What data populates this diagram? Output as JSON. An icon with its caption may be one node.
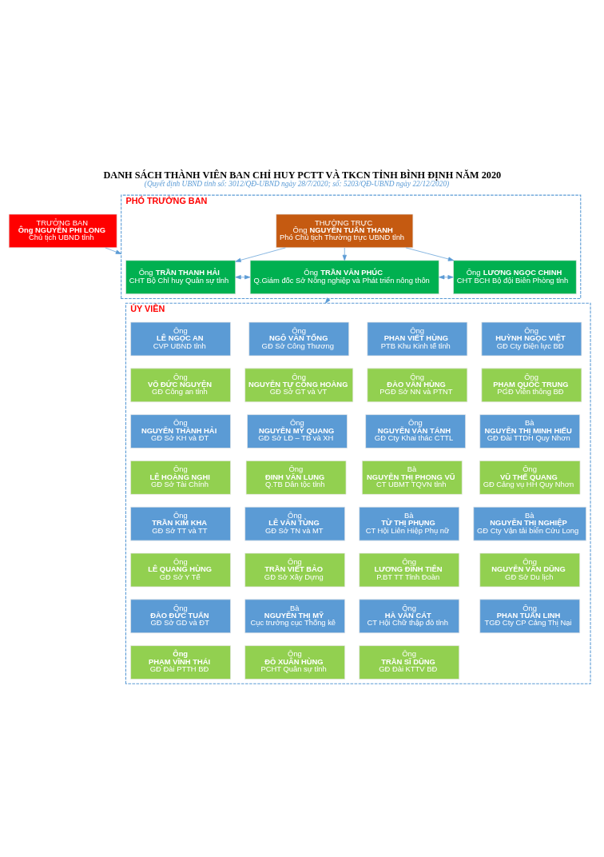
{
  "diagram": {
    "title": "DANH SÁCH THÀNH VIÊN BAN CHỈ HUY PCTT VÀ TKCN TỈNH BÌNH ĐỊNH NĂM 2020",
    "caption": "(Quyết định UBND tỉnh số: 3012/QĐ-UBND ngày 28/7/2020; số: 5203/QĐ-UBND ngày 22/12/2020)",
    "nodes": [
      {
        "text": [
          "TRƯỞNG BAN",
          "Ông NGUYỄN PHI LONG",
          "Chủ tịch UBND tỉnh"
        ]
      },
      {
        "text": [
          "PHÓ TRƯỞNG BAN"
        ]
      },
      {
        "text": [
          "THƯỜNG TRỰC",
          "Ông **NGUYỄN TUẤN THANH**",
          "Phó Chủ tịch Thường trực UBND tỉnh"
        ],
        "in": 1
      },
      {
        "text": [
          "Ông **TRẦN THANH HẢI**",
          "CHT Bộ Chỉ huy Quân sự tỉnh"
        ],
        "in": 1
      },
      {
        "text": [
          "Ông **TRẦN VĂN PHÚC**",
          "Q.Giám đốc Sở Nông nghiệp và Phát triển nông thôn"
        ],
        "in": 1
      },
      {
        "text": [
          "Ông **LƯƠNG NGỌC CHINH**",
          "CHT BCH Bộ đội Biên Phòng tỉnh"
        ],
        "in": 1
      },
      {
        "text": [
          "ỦY VIÊN"
        ]
      },
      {
        "text": [
          "Ông",
          "LÊ NGỌC AN",
          "CVP UBND tỉnh"
        ],
        "in": 6
      },
      {
        "text": [
          "Ông",
          "NGÔ VĂN TỔNG",
          "GĐ Sở Công Thương"
        ],
        "in": 6
      },
      {
        "text": [
          "Ông",
          "PHAN VIẾT HÙNG",
          "PTB Khu Kinh tế tỉnh"
        ],
        "in": 6
      },
      {
        "text": [
          "Ông",
          "HUỲNH NGỌC VIỆT",
          "GĐ Cty Điện lực BĐ"
        ],
        "in": 6
      },
      {
        "text": [
          "Ông",
          "VÕ ĐỨC NGUYỆN",
          "GĐ Công an tỉnh"
        ],
        "in": 6
      },
      {
        "text": [
          "Ông",
          "NGUYỄN TỰ CÔNG HOÀNG",
          "GĐ Sở GT và VT"
        ],
        "in": 6
      },
      {
        "text": [
          "Ông",
          "ĐÀO VĂN HÙNG",
          "PGĐ Sở NN và PTNT"
        ],
        "in": 6
      },
      {
        "text": [
          "Ông",
          "PHẠM QUỐC TRUNG",
          "PGĐ Viễn thông BĐ"
        ],
        "in": 6
      },
      {
        "text": [
          "Ông",
          "NGUYỄN THÀNH HẢI",
          "GĐ Sở KH và ĐT"
        ],
        "in": 6
      },
      {
        "text": [
          "Ông",
          "NGUYỄN MỸ QUANG",
          "GĐ Sở LĐ – TB và XH"
        ],
        "in": 6
      },
      {
        "text": [
          "Ông",
          "NGUYỄN VĂN TÁNH",
          "GĐ Cty Khai thác CTTL"
        ],
        "in": 6
      },
      {
        "text": [
          "Bà",
          "NGUYỄN THỊ MINH HIẾU",
          "GĐ Đài TTDH Quy Nhơn"
        ],
        "in": 6
      },
      {
        "text": [
          "Ông",
          "LÊ HOÀNG NGHI",
          "GĐ Sở Tài Chính"
        ],
        "in": 6
      },
      {
        "text": [
          "Ông",
          "ĐINH VĂN LUNG",
          "Q.TB Dân tộc tỉnh"
        ],
        "in": 6
      },
      {
        "text": [
          "Bà",
          "NGUYỄN THỊ PHONG VŨ",
          "CT UBMT TQVN tỉnh"
        ],
        "in": 6
      },
      {
        "text": [
          "Ông",
          "VŨ THẾ QUANG",
          "GĐ Cảng vụ HH Quy Nhơn"
        ],
        "in": 6
      },
      {
        "text": [
          "Ông",
          "TRẦN KIM KHA",
          "GĐ Sở TT và TT"
        ],
        "in": 6
      },
      {
        "text": [
          "Ông",
          "LÊ VĂN TÙNG",
          "GĐ Sở TN và MT"
        ],
        "in": 6
      },
      {
        "text": [
          "Bà",
          "TỪ THỊ PHỤNG",
          "CT Hội Liên Hiệp Phụ nữ"
        ],
        "in": 6
      },
      {
        "text": [
          "Bà",
          "NGUYỄN THỊ NGHIỆP",
          "GĐ Cty Vận tải biển Cửu Long"
        ],
        "in": 6
      },
      {
        "text": [
          "Ông",
          "LÊ QUANG HÙNG",
          "GĐ Sở Y Tế"
        ],
        "in": 6
      },
      {
        "text": [
          "Ông",
          "TRẦN VIẾT BẢO",
          "GĐ Sở Xây Dựng"
        ],
        "in": 6
      },
      {
        "text": [
          "Ông",
          "LƯƠNG ĐÌNH TIÊN",
          "P.BT TT Tỉnh Đoàn"
        ],
        "in": 6
      },
      {
        "text": [
          "Ông",
          "NGUYỄN VĂN DŨNG",
          "GĐ Sở Du lịch"
        ],
        "in": 6
      },
      {
        "text": [
          "Ông",
          "ĐÀO ĐỨC TUẤN",
          "GĐ Sở GD và ĐT"
        ],
        "in": 6
      },
      {
        "text": [
          "Bà",
          "NGUYỄN THỊ MỸ",
          "Cục trưởng cục Thống kê"
        ],
        "in": 6
      },
      {
        "text": [
          "Ông",
          "HÀ VĂN CÁT",
          "CT Hội Chữ thập đỏ tỉnh"
        ],
        "in": 6
      },
      {
        "text": [
          "Ông",
          "PHAN TUẤN LINH",
          "TGĐ Cty CP Cảng Thị Nại"
        ],
        "in": 6
      },
      {
        "text": [
          "Ông",
          "PHẠM VĨNH THÁI",
          "GĐ Đài PTTH BĐ"
        ],
        "in": 6
      },
      {
        "text": [
          "Ông",
          "ĐỖ XUÂN HÙNG",
          "PCHT Quân sự tỉnh"
        ],
        "in": 6
      },
      {
        "text": [
          "Ông",
          "TRẦN SĨ DŨNG",
          "GĐ Đài KTTV BĐ"
        ],
        "in": 6
      }
    ],
    "edges": [
      {
        "from": 0,
        "to": 1,
        "arrow": "to"
      },
      {
        "from": 2,
        "to": 3,
        "arrow": "to"
      },
      {
        "from": 2,
        "to": 4,
        "arrow": "to"
      },
      {
        "from": 2,
        "to": 5,
        "arrow": "to"
      },
      {
        "from": 3,
        "to": 4,
        "arrow": "both"
      },
      {
        "from": 4,
        "to": 5,
        "arrow": "both"
      },
      {
        "from": 1,
        "to": 6,
        "arrow": "to"
      }
    ]
  }
}
